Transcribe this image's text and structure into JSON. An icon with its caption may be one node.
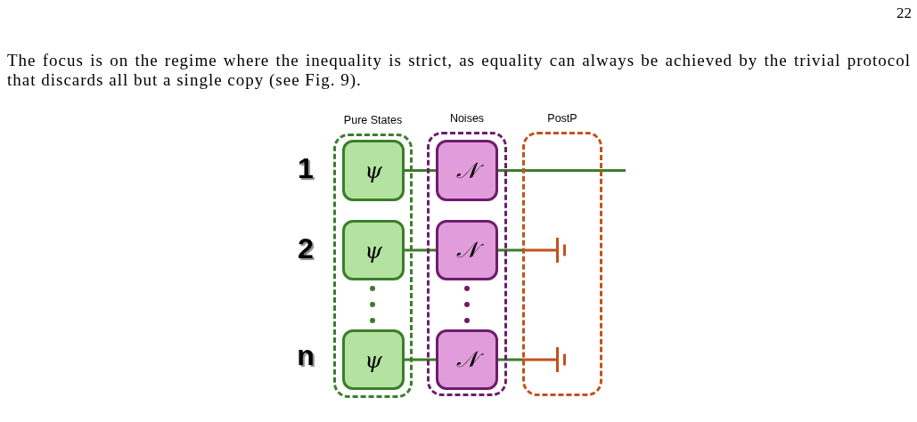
{
  "diagram": {
    "nodes": [
      {
        "text": [
          "Pure States"
        ]
      },
      {
        "text": [
          "ψ"
        ],
        "in": 0
      },
      {
        "text": [
          "ψ"
        ],
        "in": 0
      },
      {
        "text": [
          "ψ"
        ],
        "in": 0
      },
      {
        "text": [
          "Noises"
        ]
      },
      {
        "text": [
          "𝒩"
        ],
        "in": 4
      },
      {
        "text": [
          "𝒩"
        ],
        "in": 4
      },
      {
        "text": [
          "𝒩"
        ],
        "in": 4
      },
      {
        "text": [
          "PostP"
        ]
      },
      {
        "text": [],
        "shape": "bar",
        "in": 8
      },
      {
        "text": [],
        "shape": "bar",
        "in": 8
      }
    ],
    "edges": [
      {
        "from": 1,
        "to": 5,
        "arrow": "none"
      },
      {
        "from": 2,
        "to": 6,
        "arrow": "none"
      },
      {
        "from": 3,
        "to": 7,
        "arrow": "none"
      },
      {
        "from": 5,
        "to": null,
        "arrow": "none"
      },
      {
        "from": 6,
        "to": 9,
        "arrow": "none",
        "color": "#c2521c"
      },
      {
        "from": 7,
        "to": 10,
        "arrow": "none",
        "color": "#c2521c"
      }
    ],
    "labels": [
      "22",
      "The focus is on the regime where the inequality is strict, as equality can always be achieved by the trivial protocol that discards all but a single copy (see Fig. 9).",
      "1",
      "2",
      "n"
    ]
  }
}
